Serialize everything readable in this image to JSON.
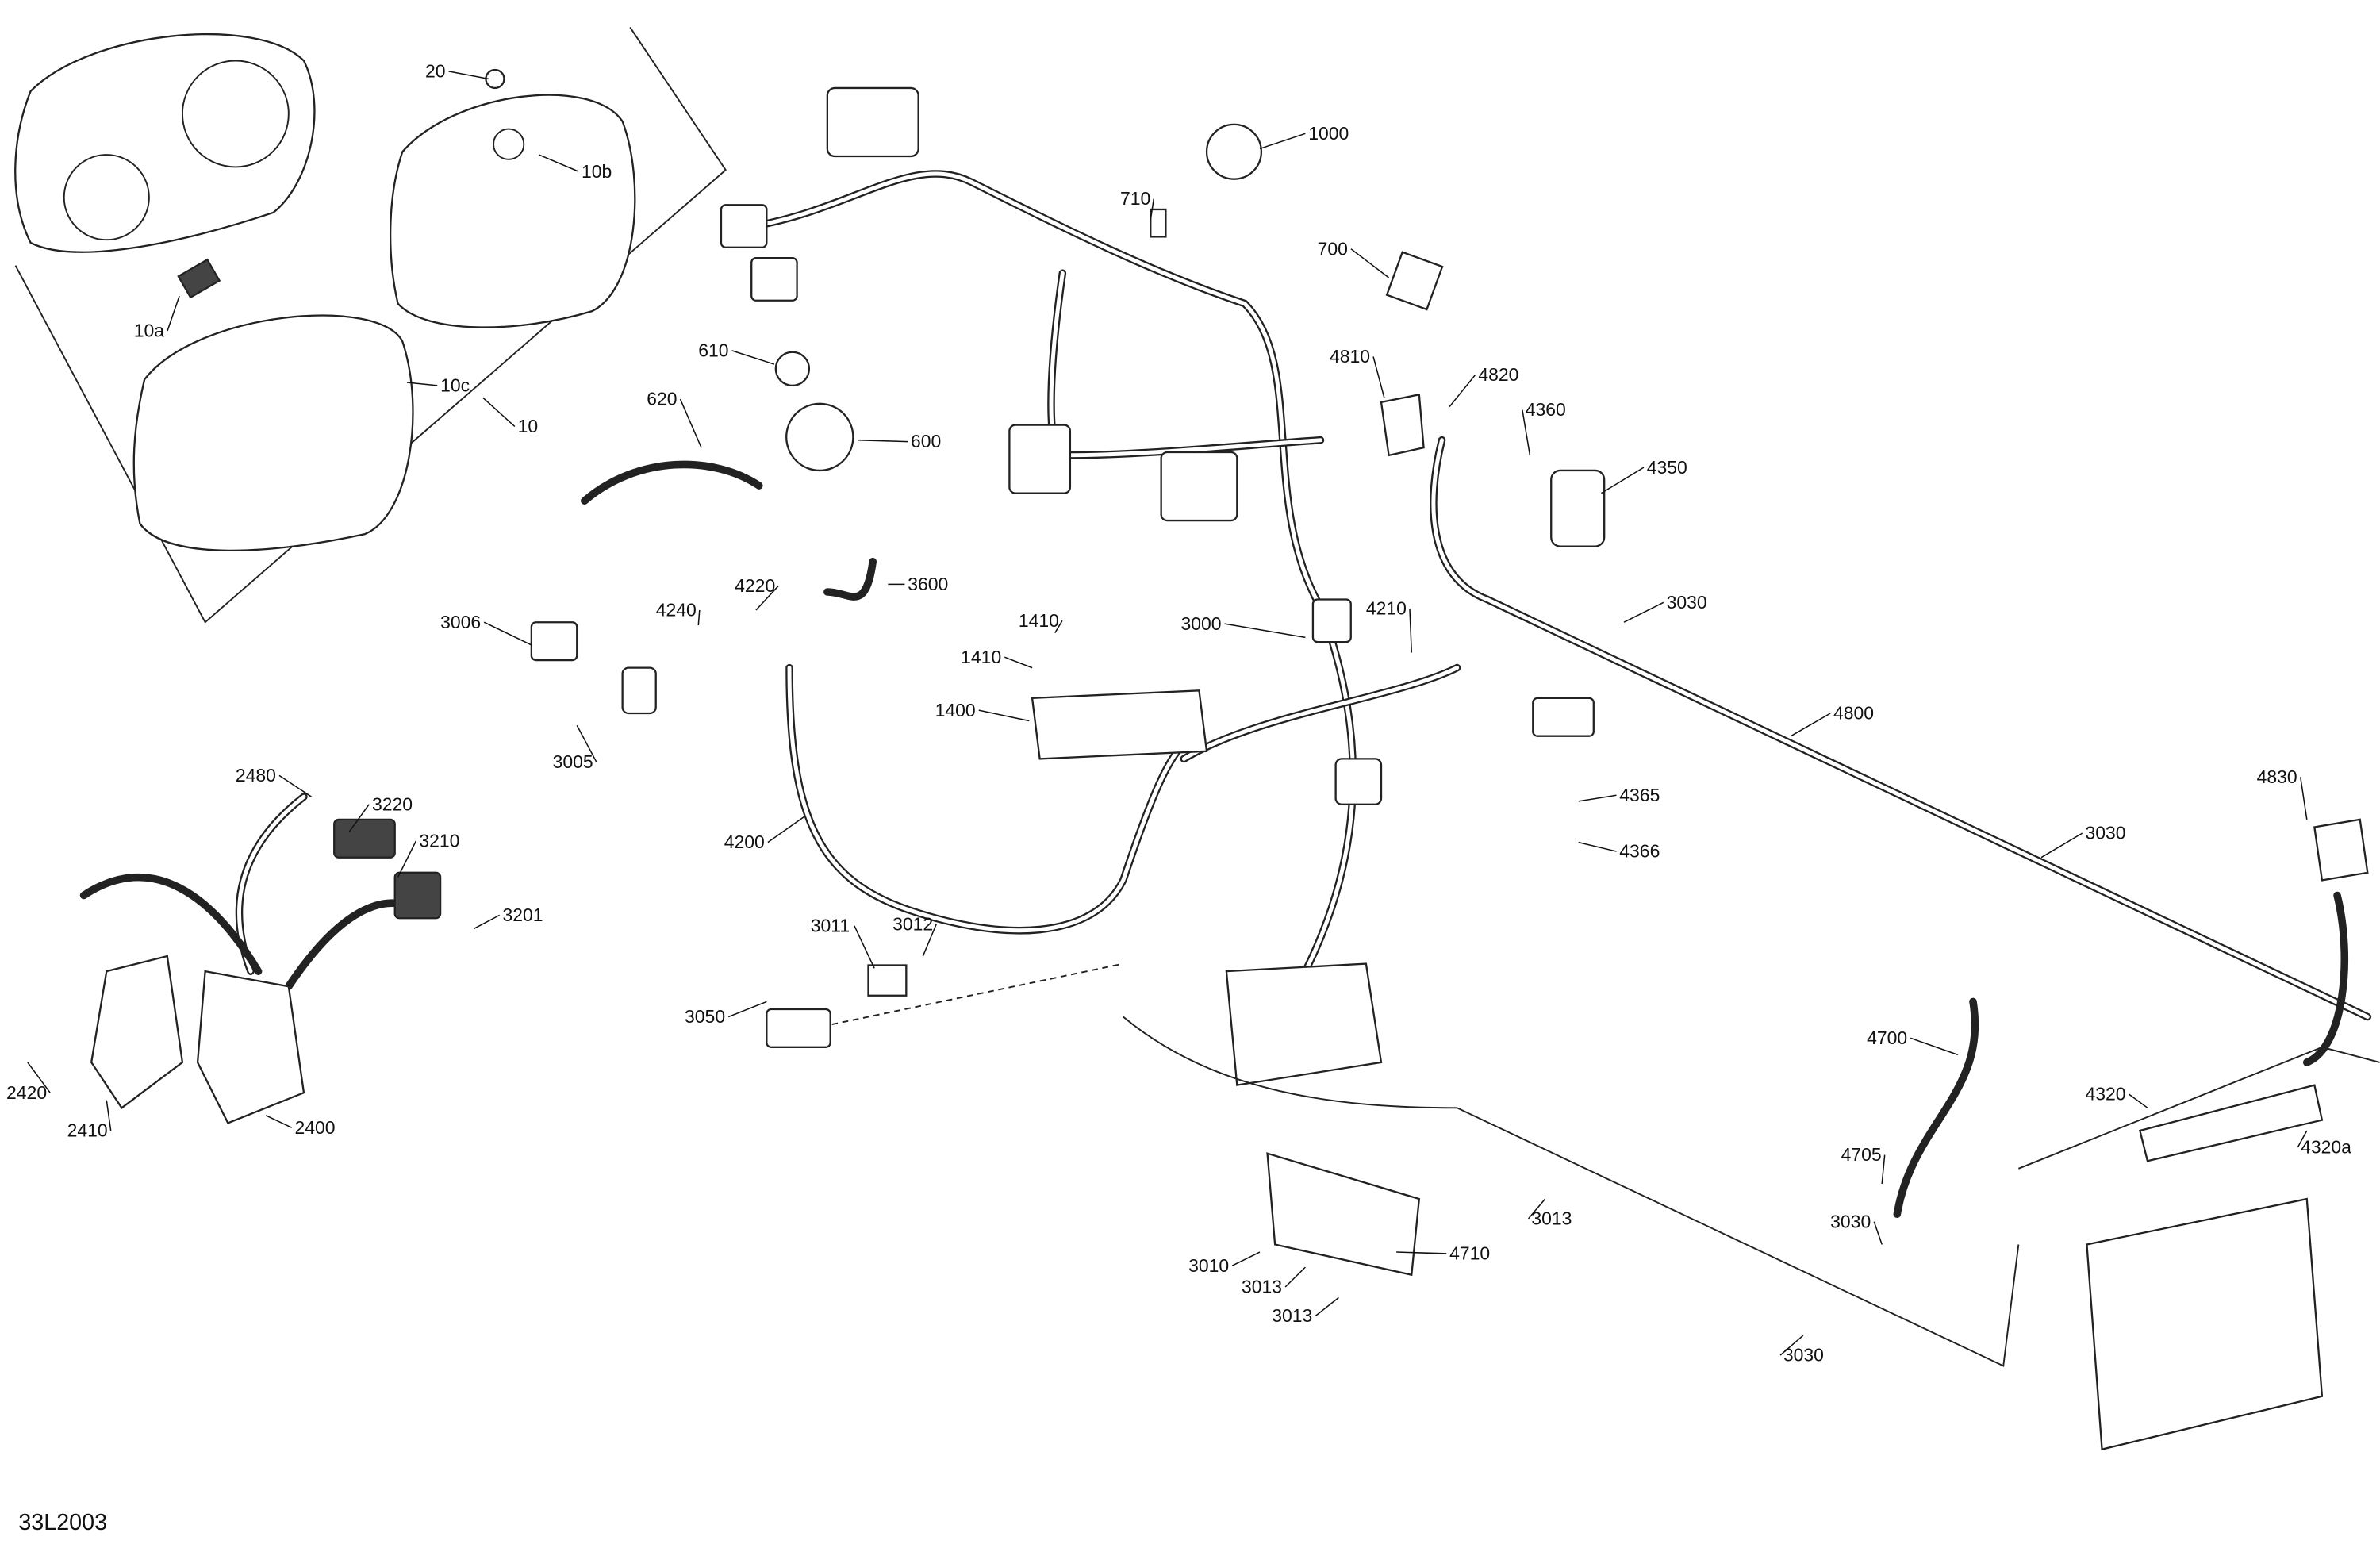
{
  "diagram": {
    "drawing_code": "33L2003",
    "callouts": [
      "20",
      "10b",
      "10a",
      "10c",
      "10",
      "1000",
      "710",
      "700",
      "610",
      "4810",
      "4820",
      "620",
      "600",
      "4360",
      "4350",
      "3600",
      "4240",
      "4220",
      "1410",
      "3000",
      "4210",
      "3030",
      "3006",
      "1410",
      "1400",
      "4800",
      "3005",
      "2480",
      "4365",
      "4830",
      "3220",
      "4366",
      "4200",
      "3030",
      "3210",
      "3201",
      "3011",
      "3012",
      "3050",
      "4700",
      "4320",
      "4320a",
      "2420",
      "2410",
      "2400",
      "4705",
      "3030",
      "4710",
      "3010",
      "3013",
      "3013",
      "3013",
      "3030"
    ]
  }
}
